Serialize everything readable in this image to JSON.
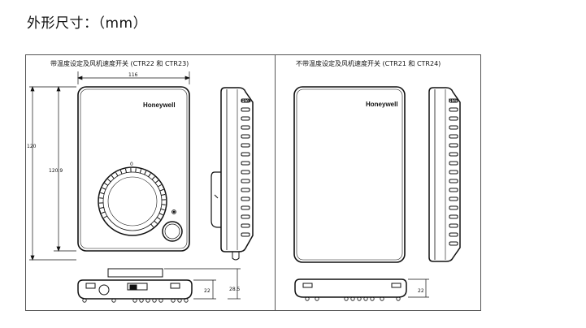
{
  "page_title": "外形尺寸：（mm）",
  "panels": {
    "left_caption": "带温度设定及风机速度开关 (CTR22 和 CTR23)",
    "right_caption": "不带温度设定及风机速度开关 (CTR21 和 CTR24)"
  },
  "brand": "Honeywell",
  "side_brand": "Hon",
  "dimensions": {
    "width": "116",
    "height_outer": "120",
    "height_inner": "120.9",
    "depth_base": "22",
    "depth_total": "28.5",
    "depth_right": "22"
  },
  "dial": {
    "zero_label": "0"
  }
}
